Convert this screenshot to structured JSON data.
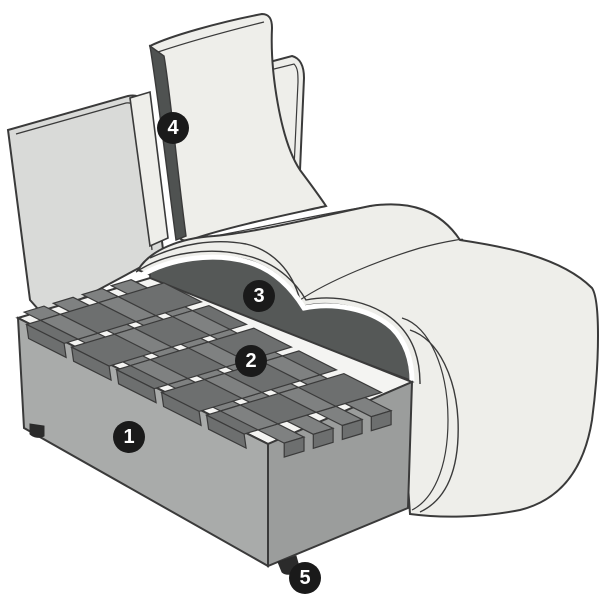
{
  "diagram": {
    "subject": "sofa-module-cutaway",
    "colors": {
      "outline": "#3a3a3a",
      "cushion": "#eeeeea",
      "base_front": "#a9abaa",
      "base_side": "#9b9d9c",
      "base_top": "#8e9090",
      "webbing": "#7f8181",
      "webbing_dark": "#6d6f6f",
      "foam_cutaway": "#555857",
      "back_panel": "#d9dad8",
      "back_frame_dark": "#4f5251",
      "foot": "#2b2b2b",
      "callout_fill": "#1a1a1a"
    },
    "callouts": [
      {
        "id": "base-frame",
        "number": "1"
      },
      {
        "id": "elastic-webbing",
        "number": "2"
      },
      {
        "id": "seat-foam-layer",
        "number": "3"
      },
      {
        "id": "backrest-frame",
        "number": "4"
      },
      {
        "id": "foot",
        "number": "5"
      }
    ]
  }
}
